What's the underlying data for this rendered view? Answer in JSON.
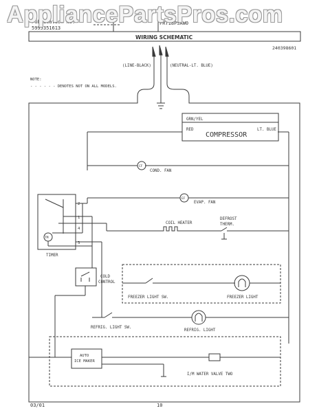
{
  "watermark": "AppliancePartsPros.com",
  "header": {
    "model_line_1": "Publication No.",
    "model_line_2": "5995351613",
    "model_right": "FRT18PSAW0",
    "title": "WIRING SCHEMATIC",
    "part_number": "240398601"
  },
  "power": {
    "line": "(LINE-BLACK)",
    "neutral": "(NEUTRAL-LT. BLUE)"
  },
  "note": {
    "heading": "NOTE:",
    "text": "- - - - - - DENOTES NOT ON ALL MODELS."
  },
  "compressor": {
    "label": "COMPRESSOR",
    "wire_top": "GRN/YEL",
    "wire_red": "RED",
    "wire_blue": "LT. BLUE"
  },
  "fans": {
    "cond_label": "COND. FAN",
    "cond_symbol": "CF",
    "evap_label": "EVAP. FAN",
    "evap_symbol": "EF"
  },
  "defrost": {
    "coil_heater": "COIL HEATER",
    "therm_line1": "DEFROST",
    "therm_line2": "THERM."
  },
  "timer": {
    "label": "TIMER",
    "motor": "TM",
    "terminals": [
      "2",
      "1",
      "4",
      "3"
    ]
  },
  "cold_control": {
    "line1": "COLD",
    "line2": "CONTROL"
  },
  "freezer": {
    "switch": "FREEZER LIGHT SW.",
    "light": "FREEZER LIGHT"
  },
  "refrig": {
    "switch": "REFRIG. LIGHT SW.",
    "light": "REFRIG. LIGHT"
  },
  "ice": {
    "maker_line1": "AUTO",
    "maker_line2": "ICE MAKER",
    "valve": "I/M WATER VALVE TWO"
  },
  "footer": {
    "date": "03/01",
    "page": "10"
  }
}
